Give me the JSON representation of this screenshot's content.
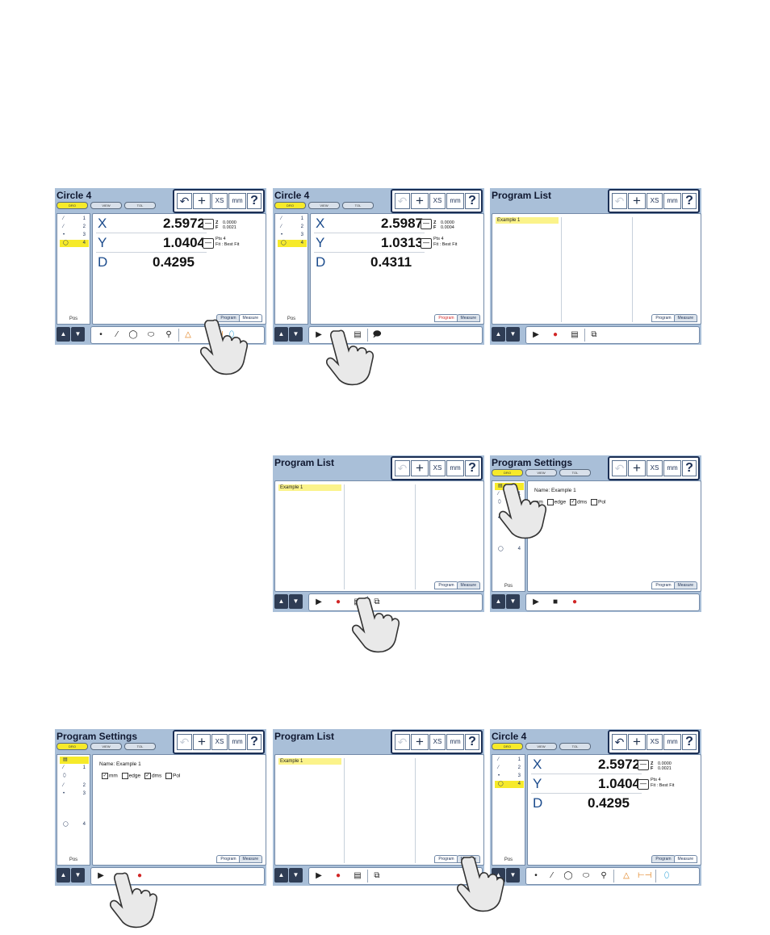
{
  "topbar": {
    "undo": "↶",
    "plus": "+",
    "xs": "XS",
    "mm": "mm",
    "help": "?"
  },
  "modes": {
    "dro": "DRO",
    "view": "VIEW",
    "tol": "TOL"
  },
  "features": {
    "line1_num": "1",
    "line2_num": "2",
    "point_num": "3",
    "circle_num": "4",
    "pos": "Pos"
  },
  "measure": {
    "x_label": "X",
    "y_label": "Y",
    "d_label": "D",
    "z_key": "Z",
    "f_key": "F",
    "pts_key": "Pts",
    "fit_key": "Fit :",
    "pts_val": "4",
    "fit_val": "Best Fit",
    "a": {
      "x": "2.5972",
      "y": "1.0404",
      "d": "0.4295",
      "z": "0.0000",
      "f": "0.0021"
    },
    "b": {
      "x": "2.5987",
      "y": "1.0313",
      "d": "0.4311",
      "z": "0.0000",
      "f": "0.0004"
    }
  },
  "titles": {
    "circle": "Circle 4",
    "program_list": "Program List",
    "program_settings": "Program Settings"
  },
  "tabs": {
    "program": "Program",
    "measure": "Measure"
  },
  "program_list": {
    "item": "Example 1"
  },
  "settings": {
    "name_label": "Name:",
    "name_value": "Example 1",
    "mm": "mm",
    "edge": "edge",
    "dms": "dms",
    "pol": "Pol",
    "check": "✓"
  },
  "toolicons": {
    "point": "•",
    "line": "⁄",
    "circle": "◯",
    "slot": "⬭",
    "probe": "⚲",
    "triangle": "△",
    "distance": "⊢⊣",
    "skew": "⬯",
    "play": "▶",
    "stop": "■",
    "record": "●",
    "edit": "▤",
    "copy": "⧉",
    "speech": "🗩",
    "up": "▲",
    "down": "▼"
  },
  "colors": {
    "screen_bg": "#a9bfd8",
    "highlight": "#f6ea2a",
    "record_red": "#d12626",
    "frame_dark": "#1b2f55"
  }
}
